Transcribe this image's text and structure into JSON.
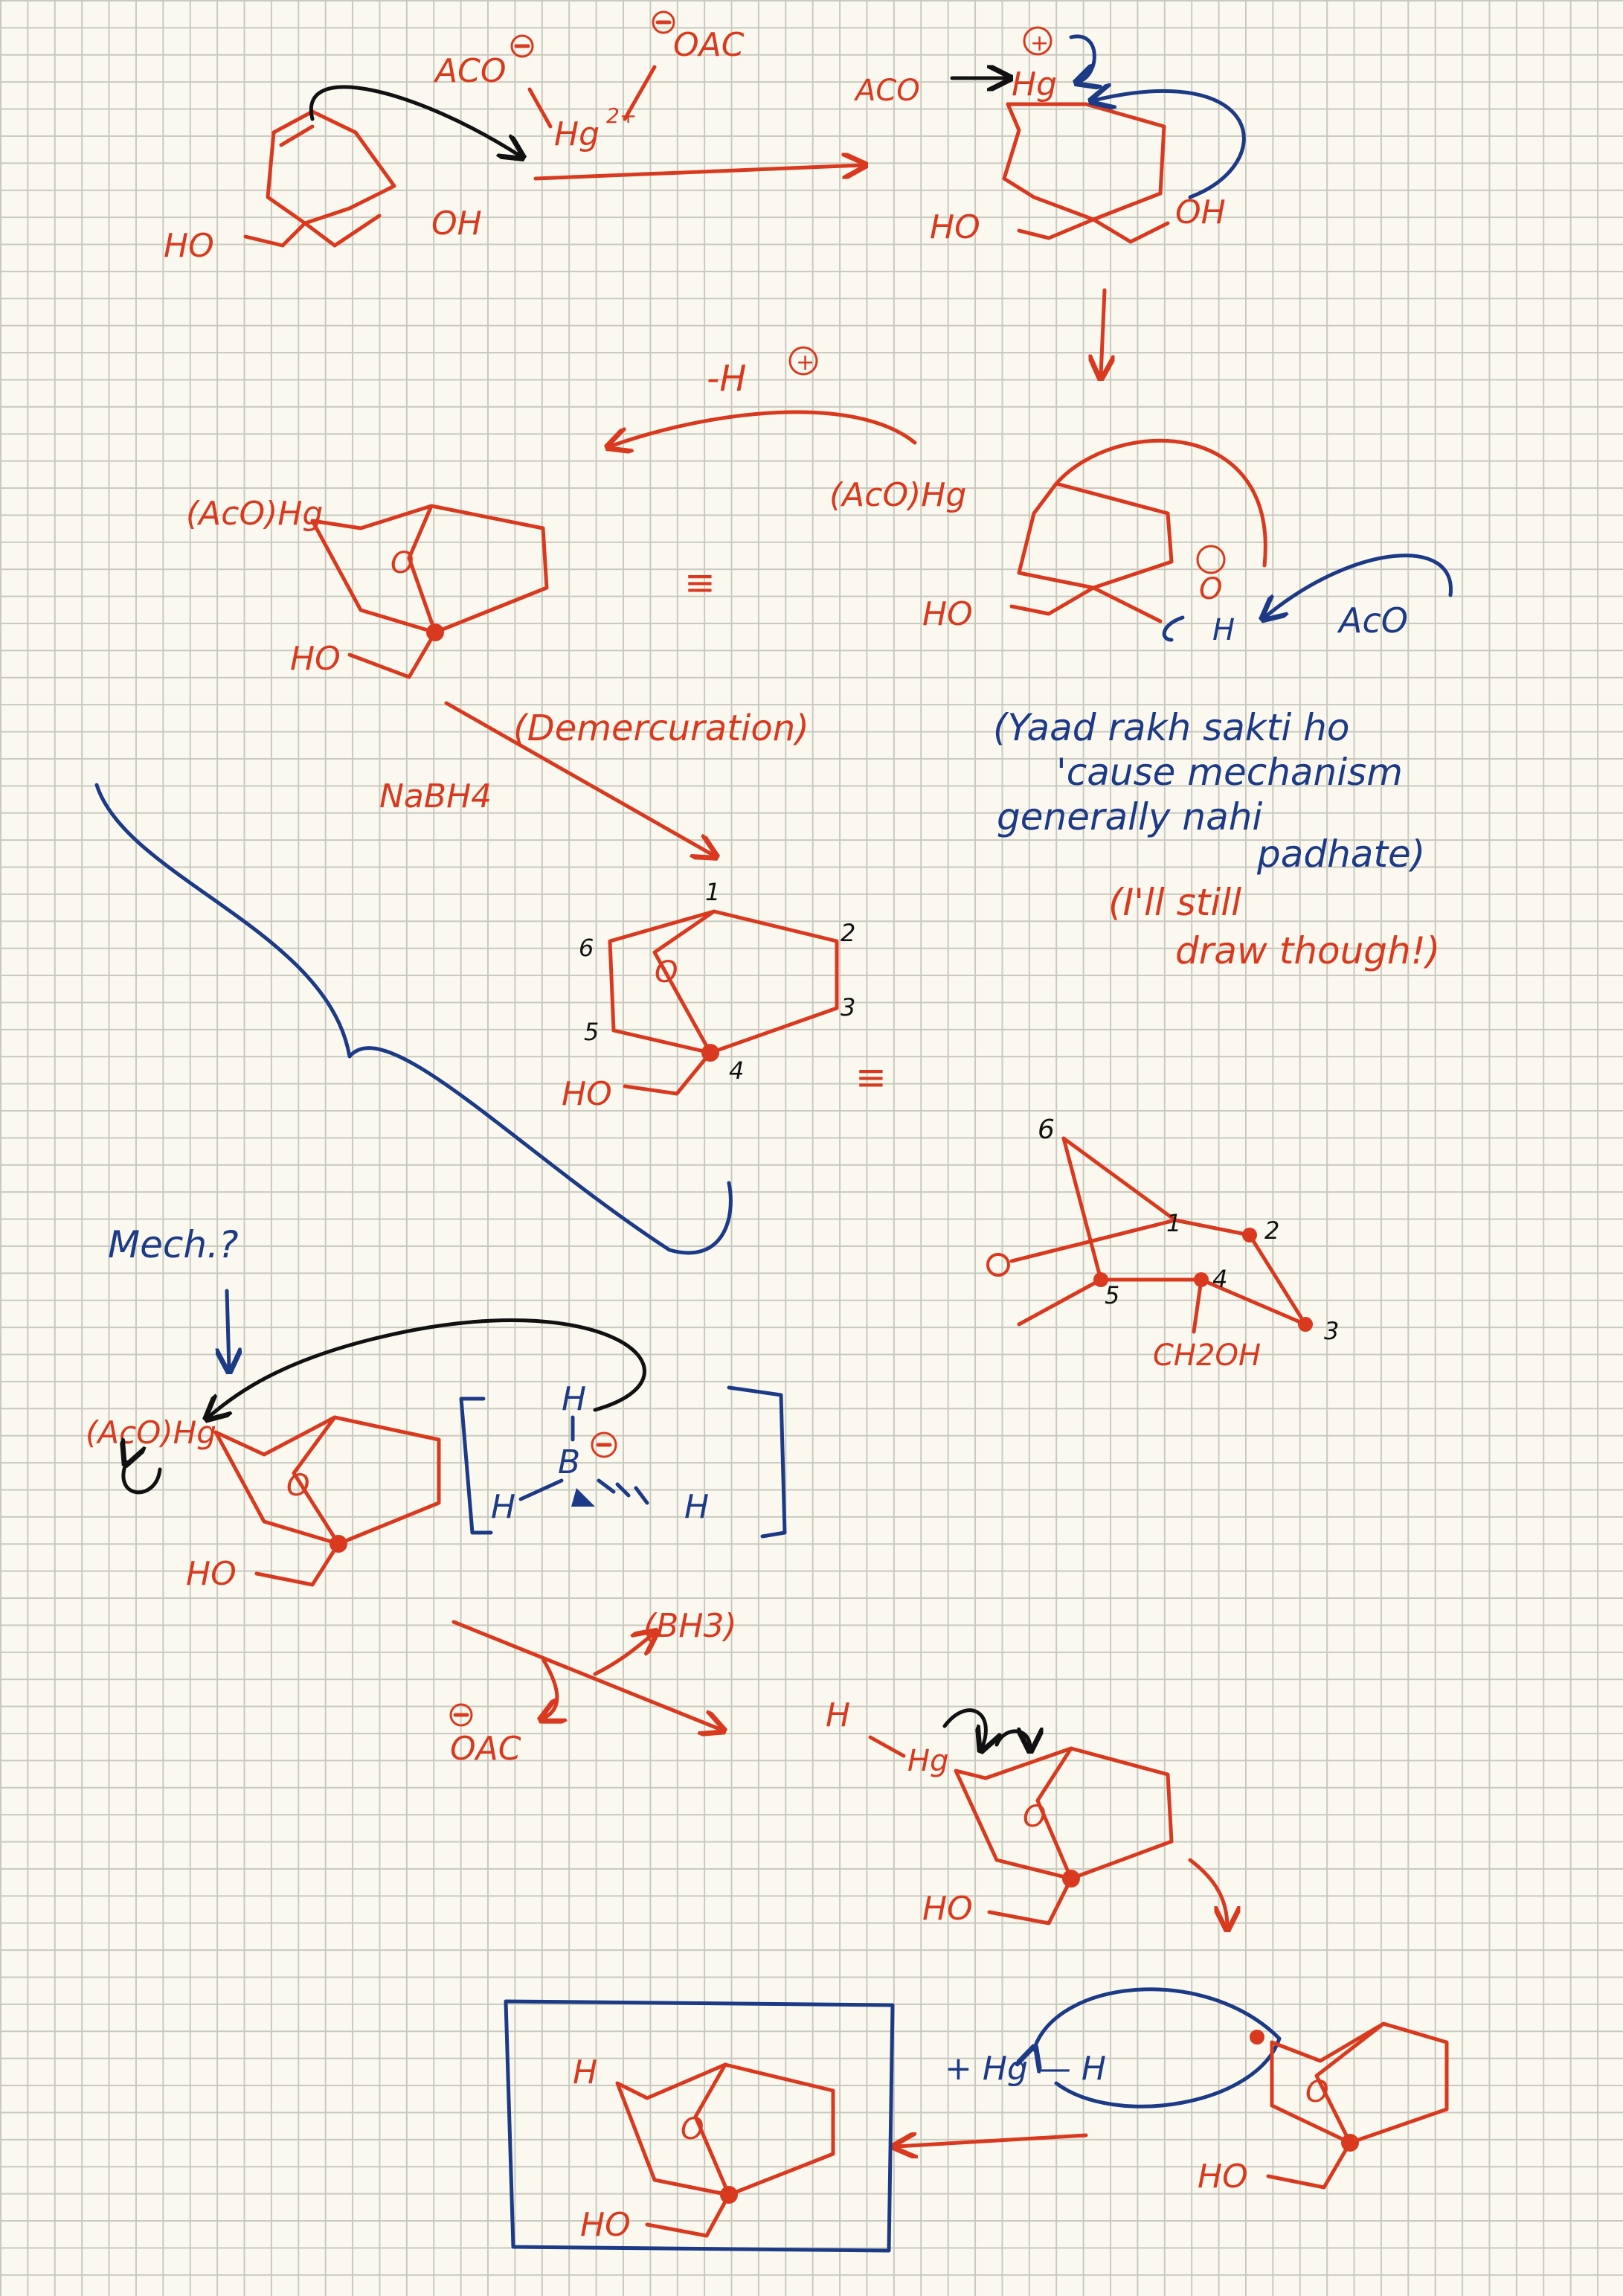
{
  "colors": {
    "red_ink": "#d93a1f",
    "blue_ink": "#1d3a86",
    "black_ink": "#111111",
    "paper": "#fbf9ef",
    "grid": "#c9c9c0"
  },
  "step1": {
    "aco": "ACO",
    "oac": "OAC",
    "hg": "Hg",
    "hg_charge": "2+",
    "ho": "HO",
    "oh": "OH"
  },
  "step2": {
    "aco": "ACO",
    "hg": "Hg",
    "plus": "+",
    "ho": "HO",
    "oh": "OH"
  },
  "step3": {
    "minus_h": "-H",
    "plus": "+",
    "hgoac": "(AcO)Hg",
    "ho": "HO",
    "oxy": "O",
    "h": "H",
    "aco": "AcO"
  },
  "step4": {
    "hgoac": "(AcO)Hg",
    "oxy": "O",
    "ho": "HO",
    "equiv": "≡"
  },
  "demerc": {
    "label": "(Demercuration)",
    "reagent": "NaBH4"
  },
  "note_blue": [
    "(Yaad rakh sakti ho",
    "'cause mechanism",
    "generally nahi",
    "padhate)"
  ],
  "note_red": [
    "(I'll still",
    "draw though!)"
  ],
  "product": {
    "oxy": "O",
    "ho": "HO",
    "n1": "1",
    "n2": "2",
    "n3": "3",
    "n4": "4",
    "n5": "5",
    "n6": "6",
    "equiv": "≡"
  },
  "chair": {
    "oxy": "O",
    "n1": "1",
    "n2": "2",
    "n3": "3",
    "n4": "4",
    "n5": "5",
    "n6": "6",
    "ch2oh": "CH2OH"
  },
  "mech": {
    "label": "Mech.?",
    "hgoac": "(AcO)Hg",
    "oxy": "O",
    "ho": "HO",
    "h_top": "H",
    "b": "B",
    "h_left": "H",
    "h_right": "H"
  },
  "step5": {
    "oac": "OAC",
    "bh3": "(BH3)"
  },
  "step6": {
    "h": "H",
    "hg": "Hg",
    "oxy": "O",
    "ho": "HO"
  },
  "step7": {
    "plus_hgh": "+ Hg — H",
    "oxy": "O",
    "ho": "HO"
  },
  "final": {
    "h": "H",
    "oxy": "O",
    "ho": "HO"
  }
}
